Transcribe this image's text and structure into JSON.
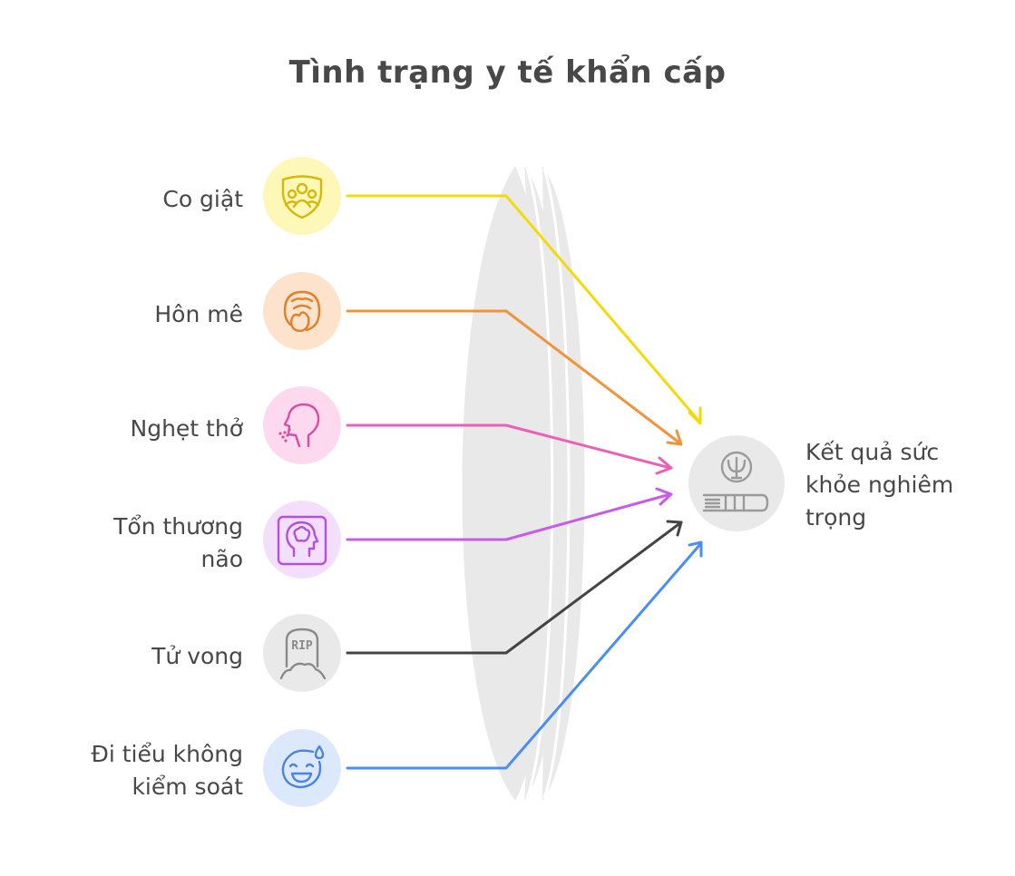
{
  "title": "Tình trạng y tế khẩn cấp",
  "inputs": [
    {
      "label": "Co giật",
      "icon": "shield-group-icon",
      "color": "#f5d90a",
      "bg": "#fdf8b8"
    },
    {
      "label": "Hôn mê",
      "icon": "yawning-face-icon",
      "color": "#f0943c",
      "bg": "#fde2cc"
    },
    {
      "label": "Nghẹt thở",
      "icon": "coughing-head-icon",
      "color": "#ec5fb6",
      "bg": "#fcd9ee"
    },
    {
      "label_line1": "Tổn thương",
      "label_line2": "não",
      "icon": "brain-head-icon",
      "color": "#c65ce8",
      "bg": "#f3dffc"
    },
    {
      "label": "Tử vong",
      "icon": "rip-tombstone-icon",
      "color": "#444444",
      "bg": "#e9e9e9"
    },
    {
      "label_line1": "Đi tiểu không",
      "label_line2": "kiểm soát",
      "icon": "sweat-smile-icon",
      "color": "#4a8ff0",
      "bg": "#dce9fd"
    }
  ],
  "result": {
    "line1": "Kết quả sức",
    "line2": "khỏe nghiêm",
    "line3": "trọng",
    "icon": "psychology-book-icon",
    "bg": "#e9e9e9",
    "icon_color": "#9a9a9a"
  },
  "lens_color": "#e9e9e9"
}
